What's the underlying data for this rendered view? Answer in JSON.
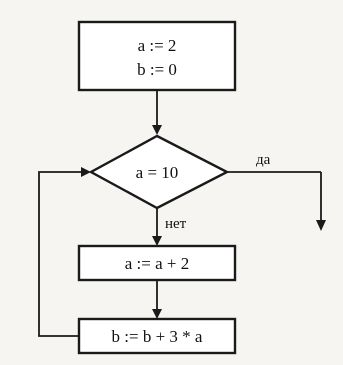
{
  "flowchart": {
    "init_block": {
      "line1": "a := 2",
      "line2": "b := 0"
    },
    "decision": {
      "condition": "a = 10",
      "yes_label": "да",
      "no_label": "нет"
    },
    "step_increment_a": "a := a + 2",
    "step_update_b": "b := b + 3 * a"
  }
}
